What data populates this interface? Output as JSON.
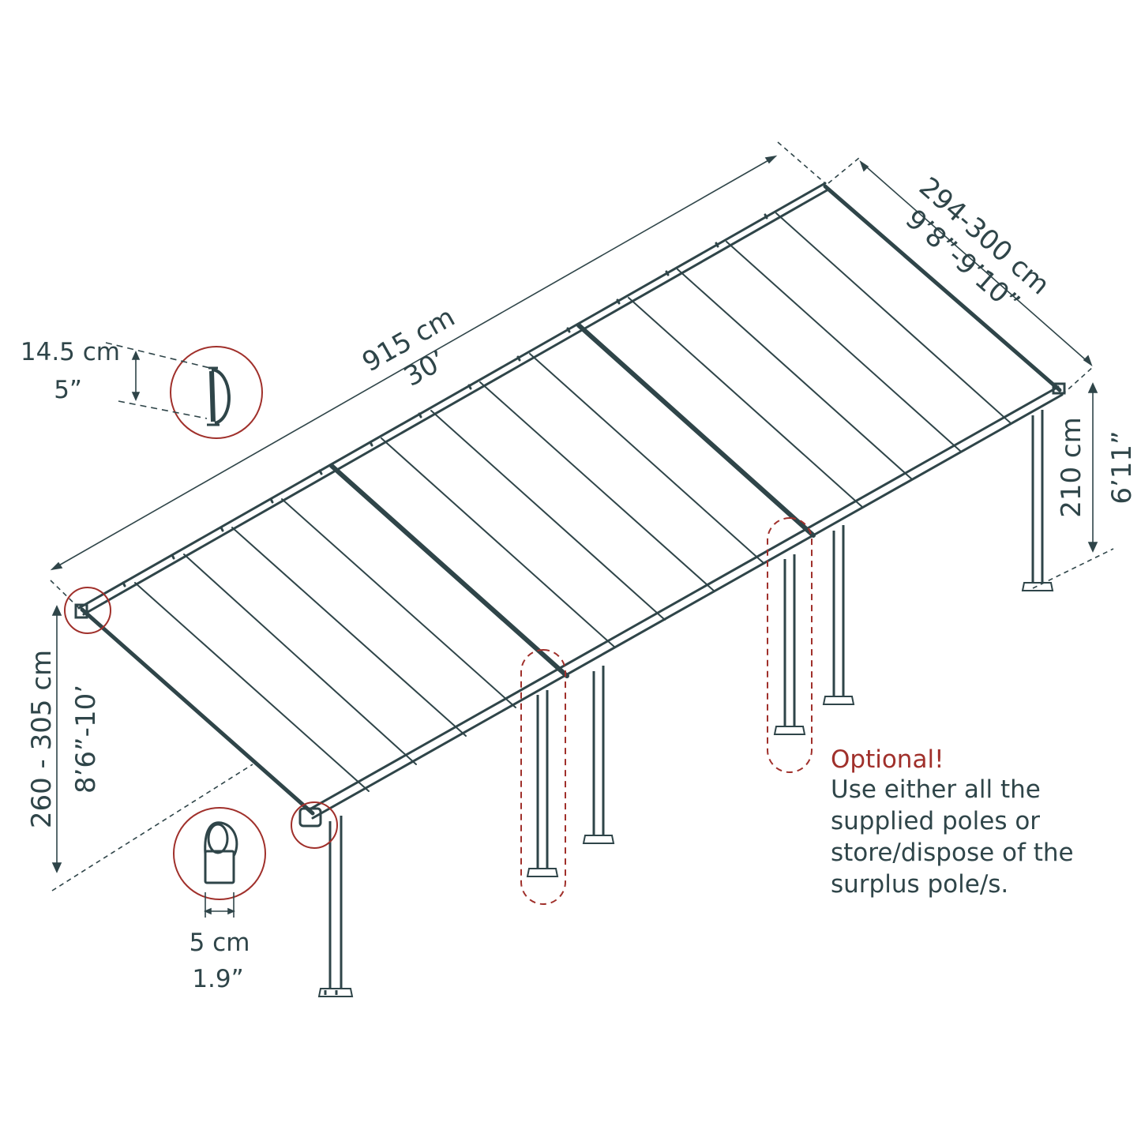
{
  "dimensions": {
    "length_cm": "915 cm",
    "length_ft": "30’",
    "width_cm": "294-300 cm",
    "width_ft": "9’8”-9’10”",
    "low_height_cm": "210 cm",
    "low_height_ft": "6’11”",
    "high_height_cm": "260 - 305 cm",
    "high_height_ft": "8’6”-10’",
    "gutter_cm": "14.5 cm",
    "gutter_in": "5”",
    "post_cm": "5 cm",
    "post_in": "1.9”"
  },
  "note": {
    "heading": "Optional!",
    "line1": "Use either all the",
    "line2": "supplied poles or",
    "line3": "store/dispose of the",
    "line4": "surplus pole/s."
  },
  "colors": {
    "line": "#2f4549",
    "accent": "#a0302b"
  }
}
